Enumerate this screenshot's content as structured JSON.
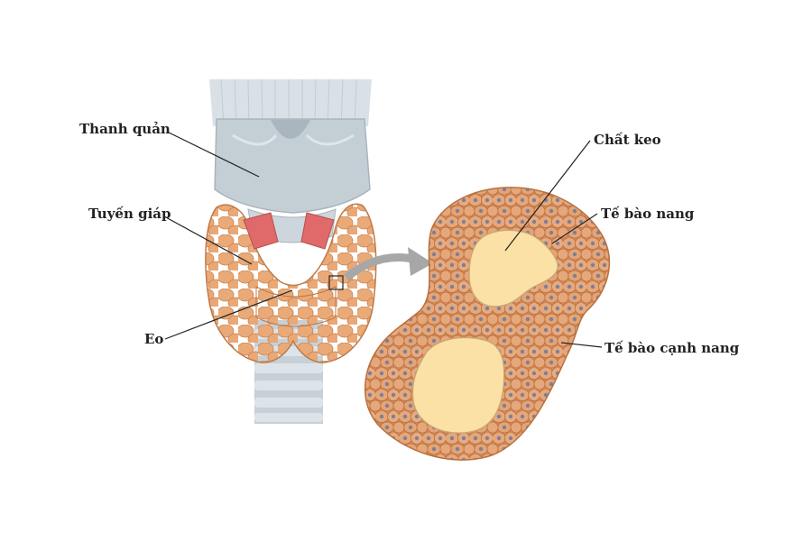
{
  "labels": {
    "larynx": "Thanh quản",
    "thyroid_gland": "Tuyến giáp",
    "isthmus": "Eo",
    "colloid": "Chất keo",
    "follicular_cells": "Tế bào nang",
    "parafollicular_cells": "Tế bào cạnh nang"
  },
  "colors": {
    "gland": "#e8a472",
    "gland_dark": "#c98350",
    "cartilage": "#bcc8d0",
    "cartilage_light": "#dfe6ea",
    "parathyroid": "#e06a6a",
    "tissue": "#d89062",
    "cell_fill": "#e6a77a",
    "nucleus": "#7d7f98",
    "colloid": "#fbe1a6",
    "arrow": "#a7a7a7"
  }
}
